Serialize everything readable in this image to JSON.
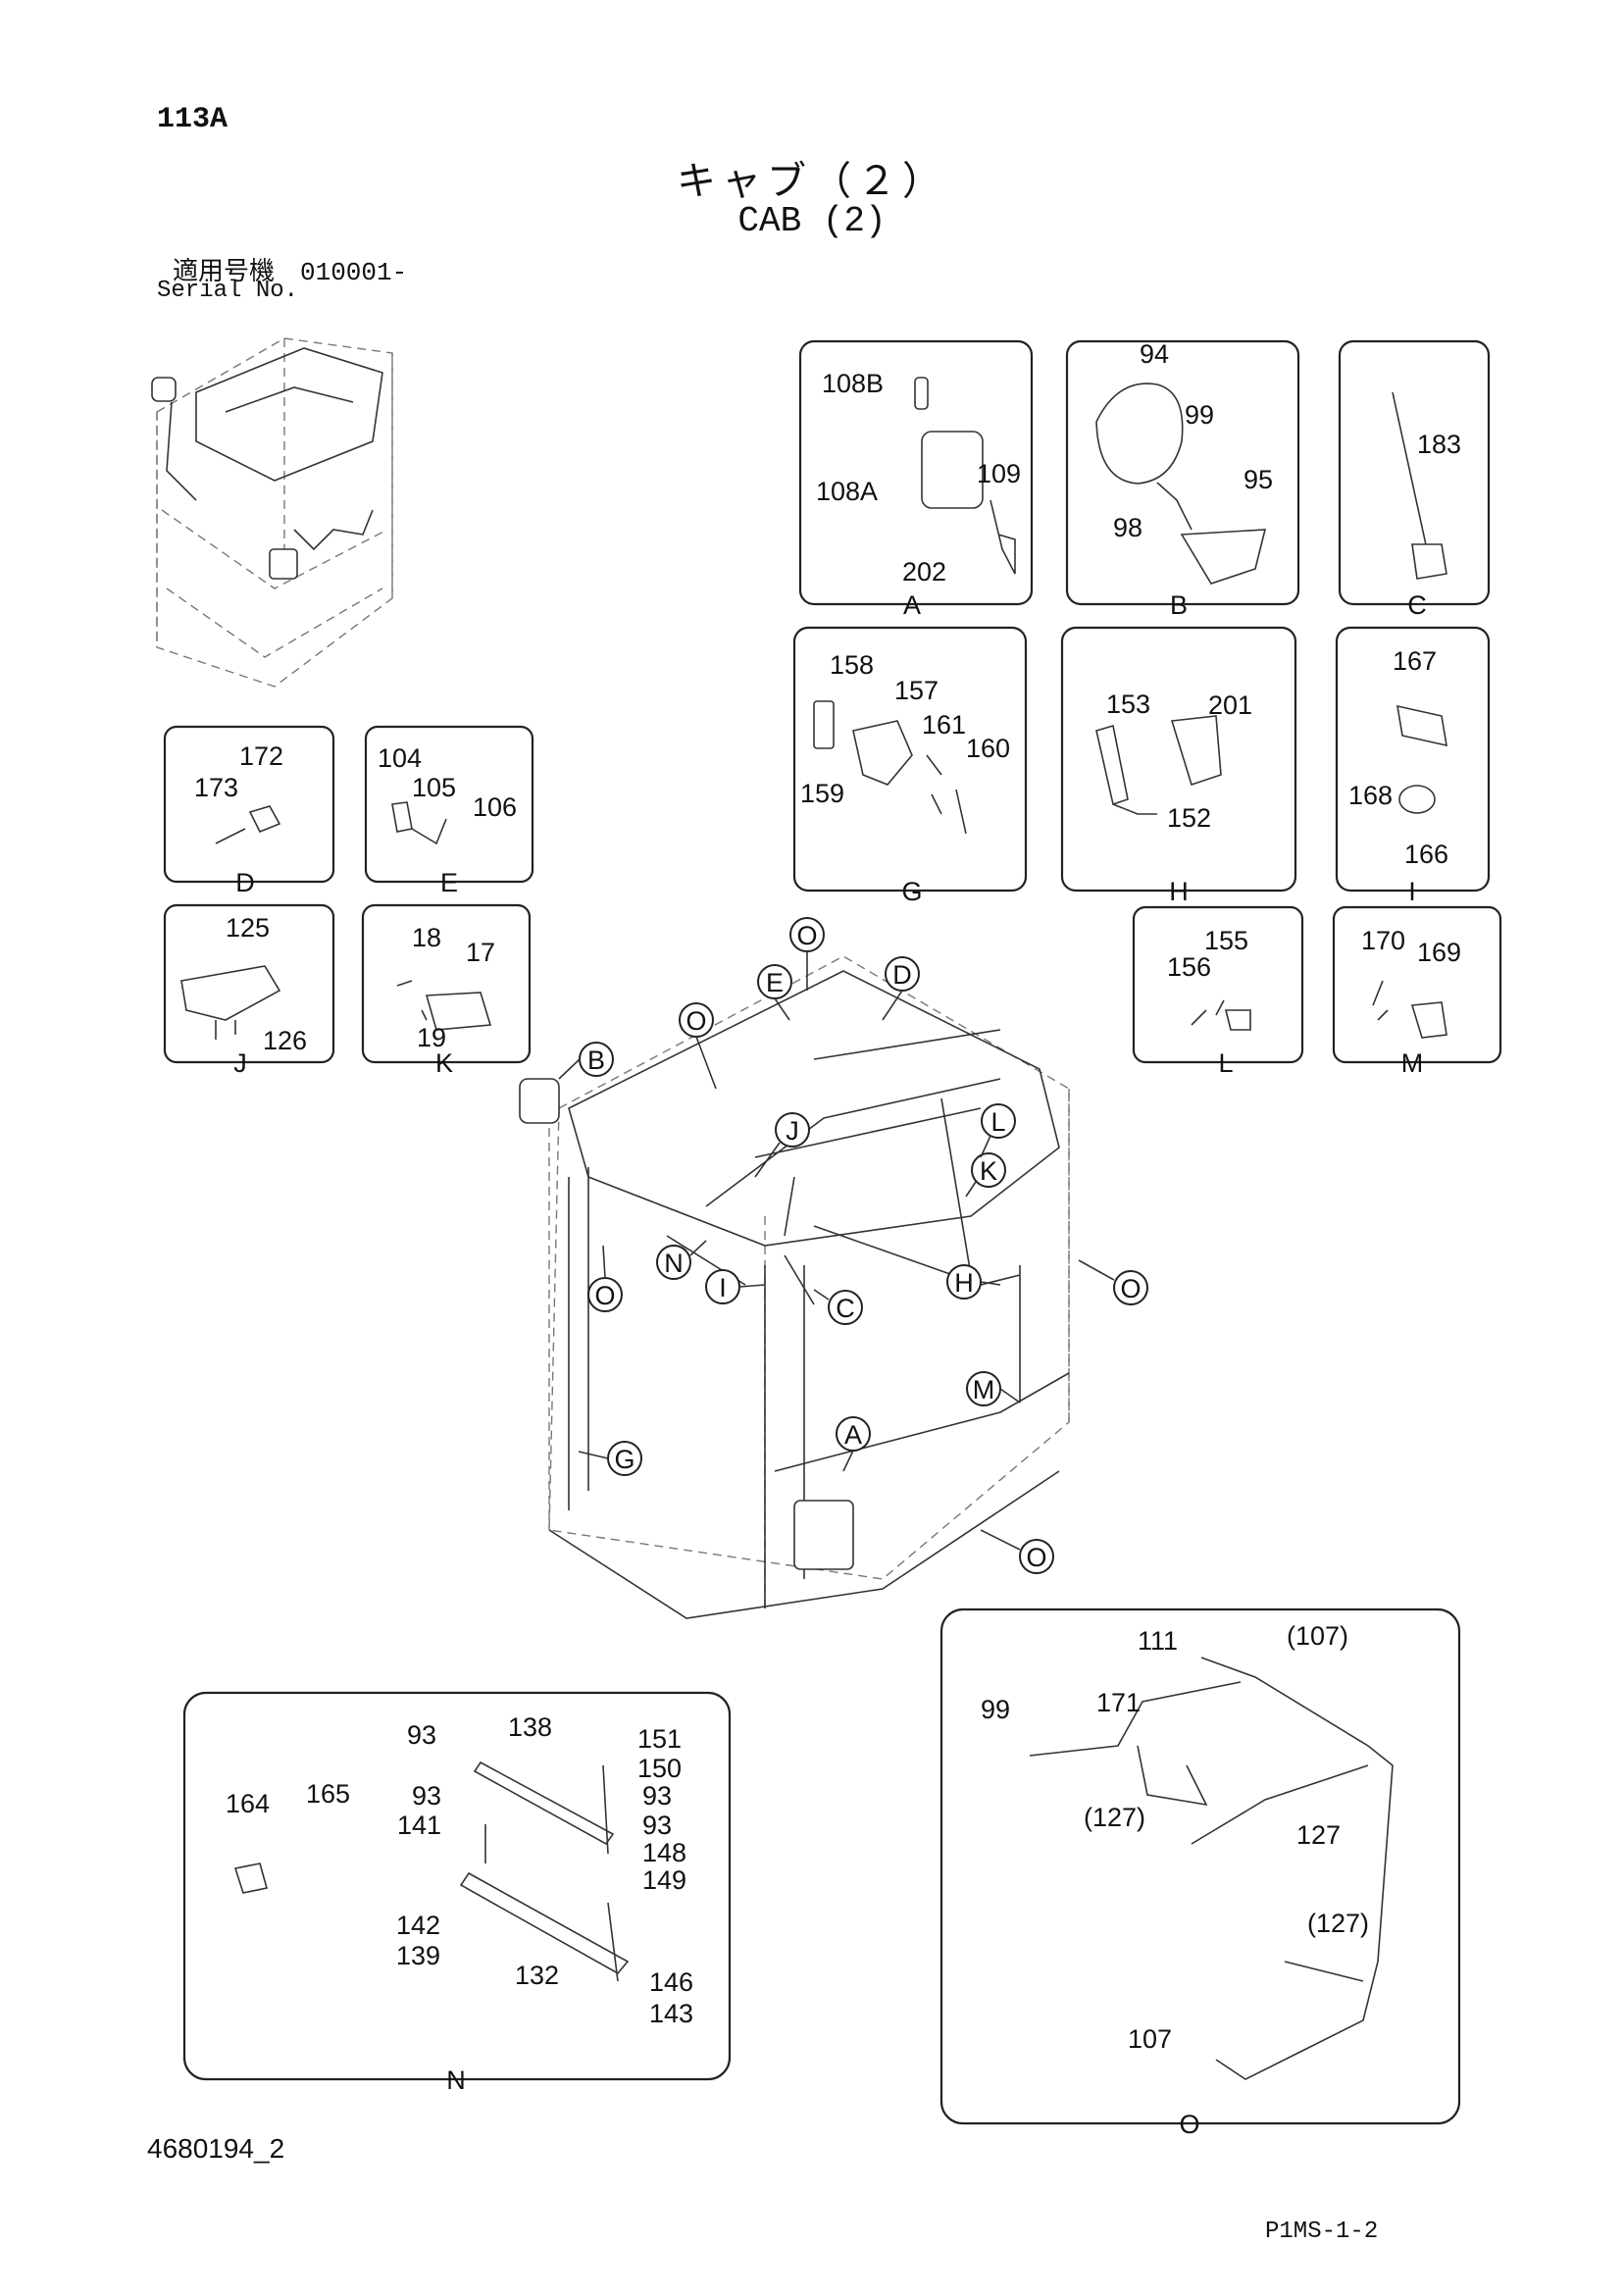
{
  "header": {
    "page_no": "113A",
    "title_jp": "キャブ（２）",
    "title_en": "CAB (2)",
    "serial_jp": "適用号機　010001-",
    "serial_en": "Serial No."
  },
  "footer": {
    "doc_id": "4680194_2",
    "code": "P1MS-1-2"
  },
  "details": {
    "A": {
      "letter": "A",
      "parts": [
        "108B",
        "108A",
        "109",
        "202"
      ]
    },
    "B": {
      "letter": "B",
      "parts": [
        "94",
        "99",
        "95",
        "98"
      ]
    },
    "C": {
      "letter": "C",
      "parts": [
        "183"
      ]
    },
    "D": {
      "letter": "D",
      "parts": [
        "172",
        "173"
      ]
    },
    "E": {
      "letter": "E",
      "parts": [
        "104",
        "105",
        "106"
      ]
    },
    "G": {
      "letter": "G",
      "parts": [
        "158",
        "157",
        "161",
        "160",
        "159"
      ]
    },
    "H": {
      "letter": "H",
      "parts": [
        "153",
        "201",
        "152"
      ]
    },
    "I": {
      "letter": "I",
      "parts": [
        "167",
        "168",
        "166"
      ]
    },
    "J": {
      "letter": "J",
      "parts": [
        "125",
        "126"
      ]
    },
    "K": {
      "letter": "K",
      "parts": [
        "18",
        "17",
        "19"
      ]
    },
    "L": {
      "letter": "L",
      "parts": [
        "155",
        "156"
      ]
    },
    "M": {
      "letter": "M",
      "parts": [
        "170",
        "169"
      ]
    },
    "N": {
      "letter": "N",
      "parts": [
        "93",
        "138",
        "151",
        "150",
        "93",
        "93",
        "141",
        "164",
        "165",
        "93",
        "148",
        "149",
        "142",
        "139",
        "132",
        "146",
        "143"
      ]
    },
    "O": {
      "letter": "O",
      "parts": [
        "111",
        "(107)",
        "99",
        "171",
        "(127)",
        "127",
        "(127)",
        "107"
      ]
    }
  },
  "callouts": [
    "O",
    "E",
    "O",
    "D",
    "B",
    "J",
    "L",
    "K",
    "N",
    "I",
    "C",
    "H",
    "O",
    "O",
    "M",
    "G",
    "A",
    "O"
  ]
}
